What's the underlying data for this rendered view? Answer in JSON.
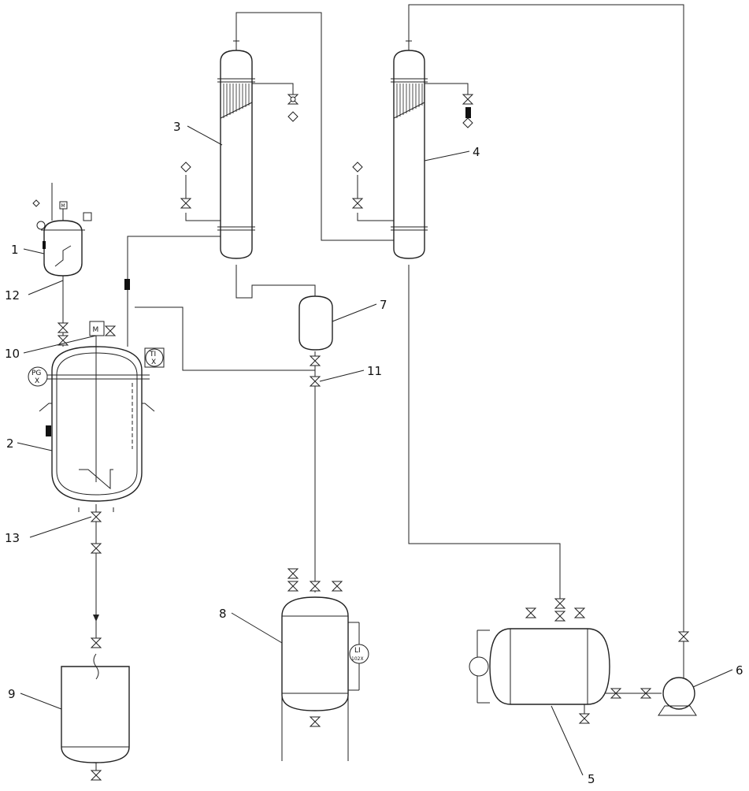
{
  "labels": {
    "n1": "1",
    "n2": "2",
    "n3": "3",
    "n4": "4",
    "n5": "5",
    "n6": "6",
    "n7": "7",
    "n8": "8",
    "n9": "9",
    "n10": "10",
    "n11": "11",
    "n12": "12",
    "n13": "13"
  },
  "instruments": {
    "reactor_motor": "M",
    "reactor_pressure_top": "PG",
    "reactor_pressure_bottom": "X",
    "reactor_temp_top": "TI",
    "reactor_temp_bottom": "X",
    "receiver_level_top": "LI",
    "receiver_level_bottom": "102X",
    "small_motor": "M"
  },
  "colors": {
    "line": "#222222",
    "background": "#ffffff"
  }
}
